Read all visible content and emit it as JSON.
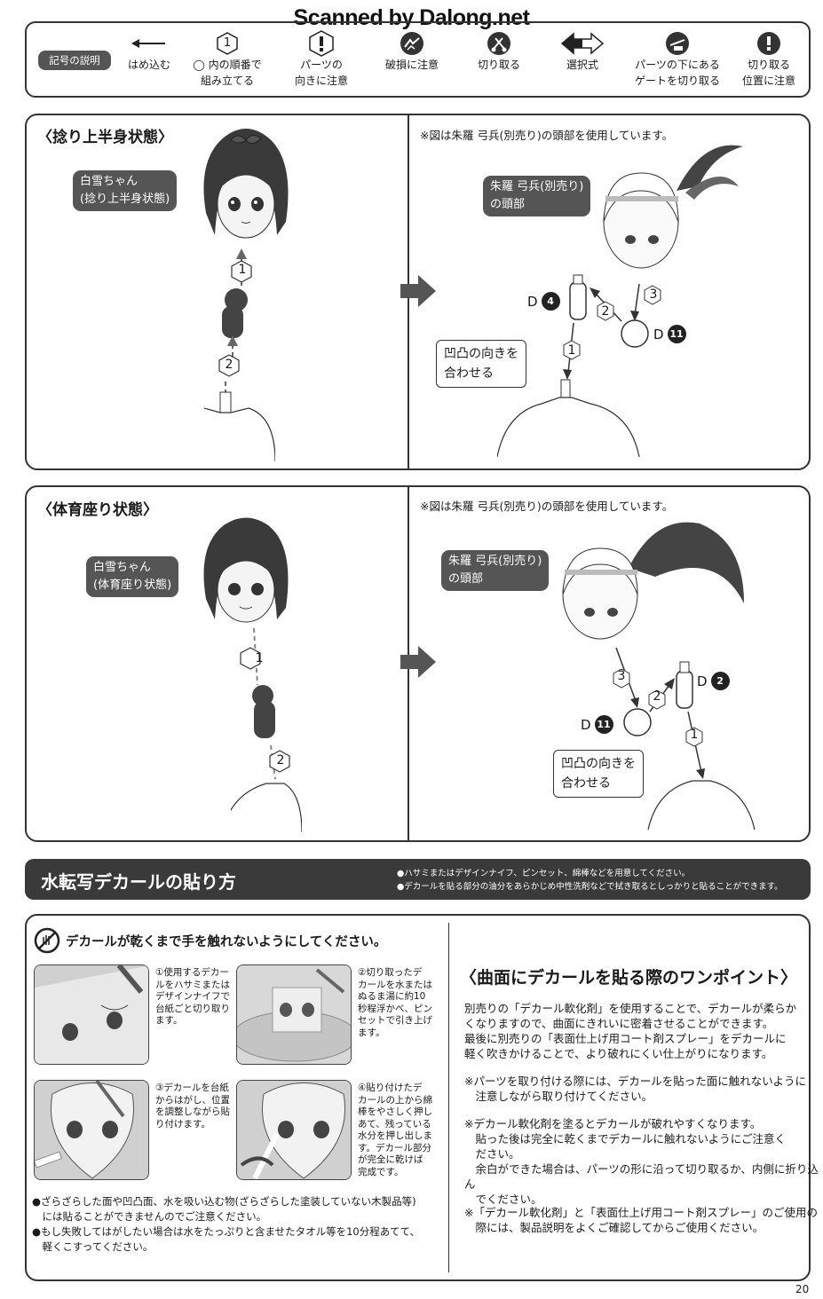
{
  "watermark": "Scanned by Dalong.net",
  "legend": {
    "title": "記号の説明",
    "items": [
      {
        "icon": "arrow-left-icon",
        "line1": "はめ込む",
        "line2": ""
      },
      {
        "icon": "hex-number-icon",
        "symbol": "1",
        "line1": "◯ 内の順番で",
        "line2": "組み立てる"
      },
      {
        "icon": "exclamation-hex-icon",
        "line1": "パーツの",
        "line2": "向きに注意"
      },
      {
        "icon": "broken-part-icon",
        "line1": "破損に注意",
        "line2": ""
      },
      {
        "icon": "cut-icon",
        "line1": "切り取る",
        "line2": ""
      },
      {
        "icon": "double-arrow-icon",
        "line1": "選択式",
        "line2": ""
      },
      {
        "icon": "gate-cut-icon",
        "line1": "パーツの下にある",
        "line2": "ゲートを切り取る"
      },
      {
        "icon": "cut-position-icon",
        "line1": "切り取る",
        "line2": "位置に注意"
      }
    ]
  },
  "section1": {
    "title": "〈捻り上半身状態〉",
    "left_label_line1": "白雪ちゃん",
    "left_label_line2": "(捻り上半身状態)",
    "right_note": "※図は朱羅 弓兵(別売り)の頭部を使用しています。",
    "right_label_line1": "朱羅 弓兵(別売り)",
    "right_label_line2": "の頭部",
    "callout_line1": "凹凸の向きを",
    "callout_line2": "合わせる",
    "d_parts": [
      {
        "letter": "D",
        "num": "4"
      },
      {
        "letter": "D",
        "num": "11"
      }
    ],
    "steps": [
      "1",
      "2",
      "3"
    ]
  },
  "section2": {
    "title": "〈体育座り状態〉",
    "left_label_line1": "白雪ちゃん",
    "left_label_line2": "(体育座り状態)",
    "right_note": "※図は朱羅 弓兵(別売り)の頭部を使用しています。",
    "right_label_line1": "朱羅 弓兵(別売り)",
    "right_label_line2": "の頭部",
    "callout_line1": "凹凸の向きを",
    "callout_line2": "合わせる",
    "d_parts": [
      {
        "letter": "D",
        "num": "2"
      },
      {
        "letter": "D",
        "num": "11"
      }
    ],
    "steps": [
      "1",
      "2",
      "3"
    ]
  },
  "decal": {
    "header": "水転写デカールの貼り方",
    "note1": "●ハサミまたはデザインナイフ、ピンセット、綿棒などを用意してください。",
    "note2": "●デカールを貼る部分の油分をあらかじめ中性洗剤などで拭き取るとしっかりと貼ることができます。",
    "warning": "デカールが乾くまで手を触れないようにしてください。",
    "steps": [
      [
        "①使用するデカー",
        "ルをハサミまたは",
        "デザインナイフで",
        "台紙ごと切り取り",
        "ます。"
      ],
      [
        "②切り取ったデ",
        "カールを水または",
        "ぬるま湯に約10",
        "秒程浮かべ、ピン",
        "セットで引き上げ",
        "ます。"
      ],
      [
        "③デカールを台紙",
        "からはがし、位置",
        "を調整しながら貼",
        "り付けます。"
      ],
      [
        "④貼り付けたデ",
        "カールの上から綿",
        "棒をやさしく押し",
        "あて、残っている",
        "水分を押し出しま",
        "す。デカール部分",
        "が完全に乾けば",
        "完成です。"
      ]
    ],
    "bottom_notes": [
      "●ざらざらした面や凹凸面、水を吸い込む物(ざらざらした塗装していない木製品等)",
      "　には貼ることができませんのでご注意ください。",
      "●もし失敗してはがしたい場合は水をたっぷりと含ませたタオル等を10分程あてて、",
      "　軽くこすってください。"
    ],
    "onepoint_title": "〈曲面にデカールを貼る際のワンポイント〉",
    "onepoint_body": [
      "別売りの「デカール軟化剤」を使用することで、デカールが柔らか",
      "くなりますので、曲面にきれいに密着させることができます。",
      "最後に別売りの「表面仕上げ用コート剤スプレー」をデカールに",
      "軽く吹きかけることで、より破れにくい仕上がりになります。"
    ],
    "caution1": [
      "※パーツを取り付ける際には、デカールを貼った面に触れないように",
      "　注意しながら取り付けてください。"
    ],
    "caution2": [
      "※デカール軟化剤を塗るとデカールが破れやすくなります。",
      "　貼った後は完全に乾くまでデカールに触れないようにご注意く",
      "　ださい。",
      "　余白ができた場合は、パーツの形に沿って切り取るか、内側に折り込ん",
      "　でください。"
    ],
    "caution3": [
      "※「デカール軟化剤」と「表面仕上げ用コート剤スプレー」のご使用の",
      "　際には、製品説明をよくご確認してからご使用ください。"
    ]
  },
  "page_number": "20"
}
